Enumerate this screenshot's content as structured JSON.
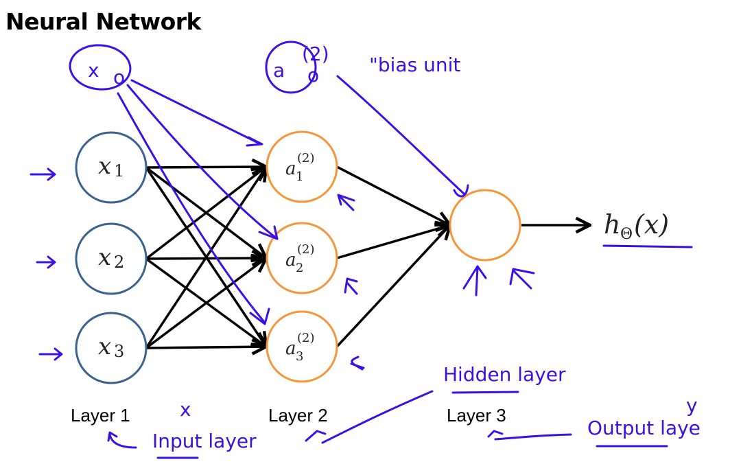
{
  "title": "Neural Network",
  "layers": [
    {
      "label": "Layer 1",
      "node_color": "#3b618e",
      "nodes": [
        {
          "base": "x",
          "sub": "1"
        },
        {
          "base": "x",
          "sub": "2"
        },
        {
          "base": "x",
          "sub": "3"
        }
      ]
    },
    {
      "label": "Layer 2",
      "node_color": "#f5963a",
      "nodes": [
        {
          "base": "a",
          "sub": "1",
          "sup": "(2)"
        },
        {
          "base": "a",
          "sub": "2",
          "sup": "(2)"
        },
        {
          "base": "a",
          "sub": "3",
          "sup": "(2)"
        }
      ]
    },
    {
      "label": "Layer 3",
      "node_color": "#f5963a",
      "nodes": [
        {
          "base": "",
          "sub": ""
        }
      ]
    }
  ],
  "output": {
    "h": "h",
    "theta": "Θ",
    "arg": "(x)"
  },
  "annotations": {
    "ink_color": "#3a10e5",
    "bias_input": {
      "base": "x",
      "sub": "o"
    },
    "bias_hidden": {
      "base": "a",
      "sup": "(2)",
      "sub": "o"
    },
    "bias_unit_note": "\"bias unit",
    "input_symbol": "x",
    "input_layer_note": "Input layer",
    "hidden_layer_note": "Hidden layer",
    "output_symbol": "y",
    "output_layer_note": "Output laye"
  },
  "edge_color": "#000000"
}
